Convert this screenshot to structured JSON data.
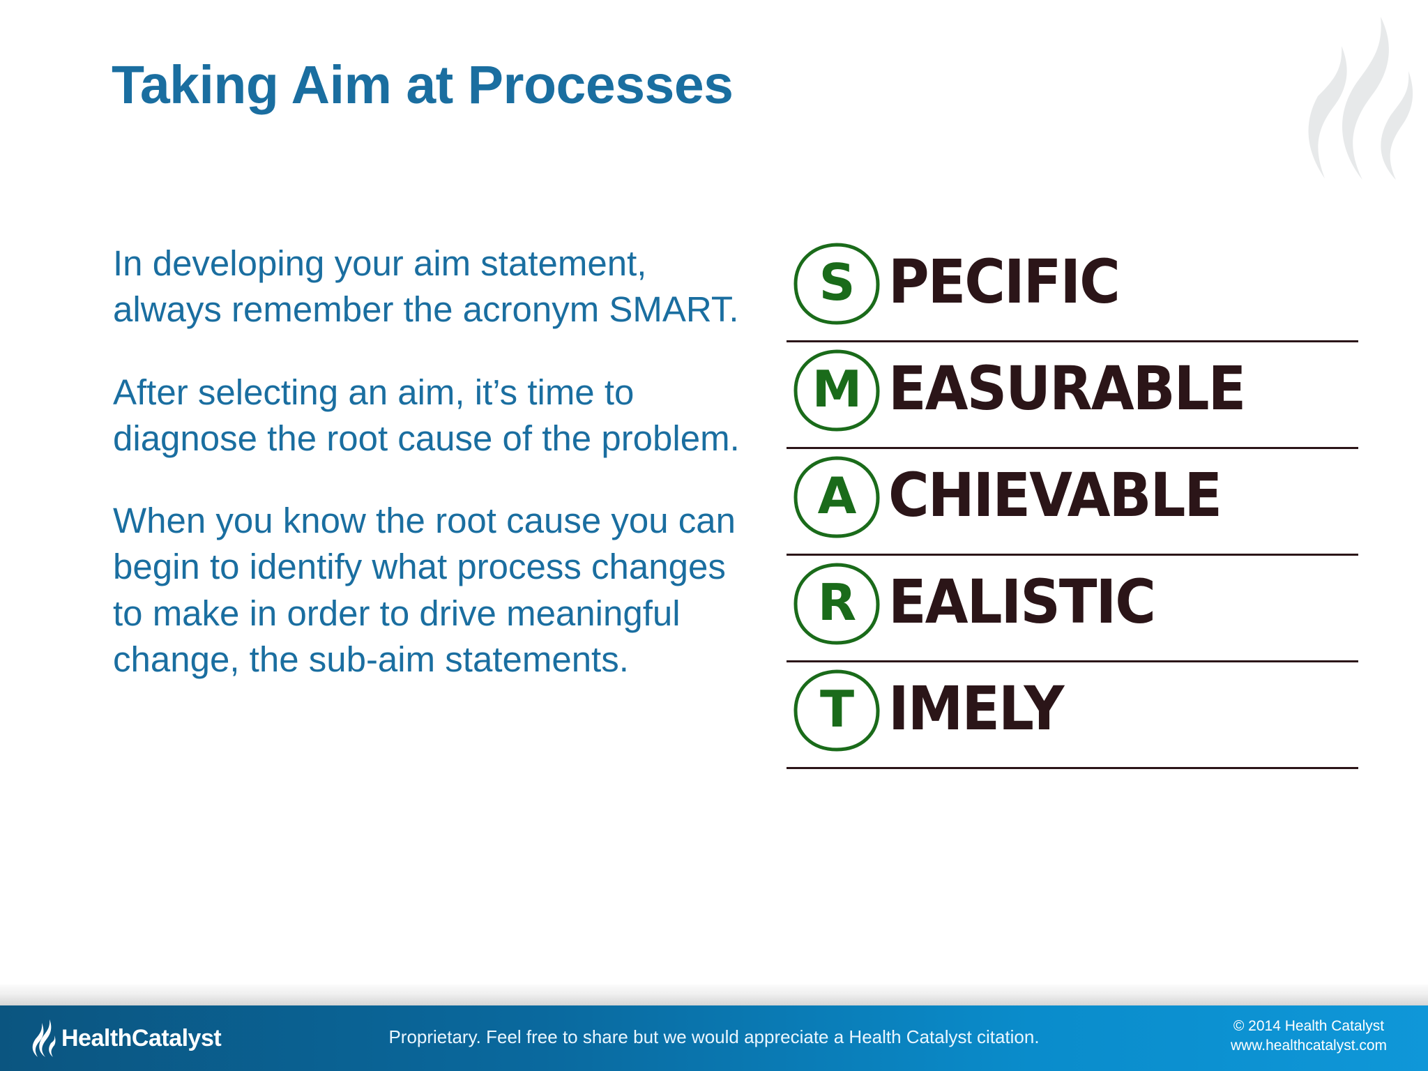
{
  "slide": {
    "title": "Taking Aim at Processes",
    "title_color": "#1a6ea0",
    "background": "#ffffff"
  },
  "watermark": {
    "icon": "flame-watermark",
    "color": "#e8eaeb"
  },
  "body": {
    "paragraphs": [
      "In developing your aim statement, always remember the acronym SMART.",
      "After selecting an aim, it’s time to diagnose the root cause of the problem.",
      "When you know the root cause you can begin to identify what process changes to make in order to drive meaningful change, the sub-aim statements."
    ],
    "text_color": "#1a6ea0"
  },
  "smart_graphic": {
    "letter_color": "#1a6b1a",
    "word_color": "#2b1518",
    "rule_color": "#2b1518",
    "rows": [
      {
        "letter": "S",
        "word": "PECIFIC",
        "full": "Specific"
      },
      {
        "letter": "M",
        "word": "EASURABLE",
        "full": "Measurable"
      },
      {
        "letter": "A",
        "word": "CHIEVABLE",
        "full": "Achievable"
      },
      {
        "letter": "R",
        "word": "EALISTIC",
        "full": "Realistic"
      },
      {
        "letter": "T",
        "word": "IMELY",
        "full": "Timely"
      }
    ]
  },
  "footer": {
    "logo_wordmark": "HealthCatalyst",
    "logo_icon": "flame-logo-icon",
    "note": "Proprietary. Feel free to share but we would appreciate a Health Catalyst citation.",
    "copyright": "© 2014 Health Catalyst",
    "website": "www.healthcatalyst.com",
    "band_gradient_from": "#0b5580",
    "band_gradient_to": "#0f97d8"
  }
}
